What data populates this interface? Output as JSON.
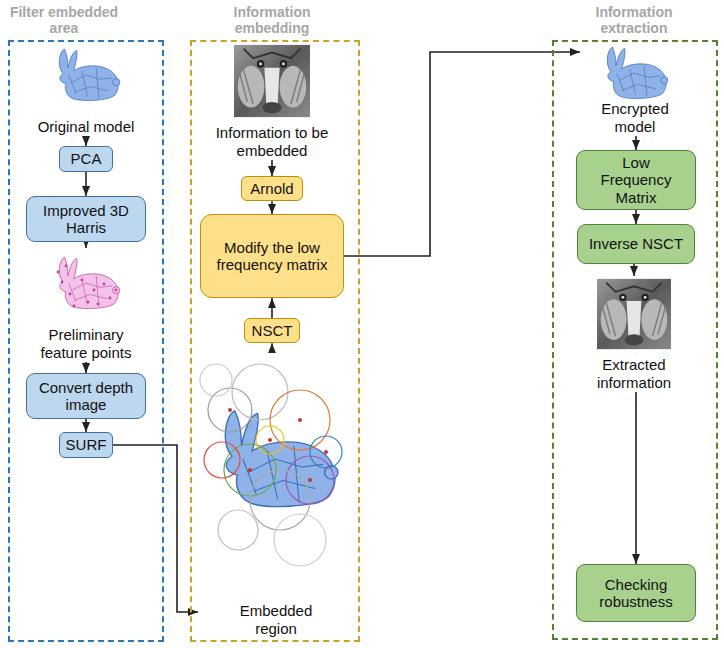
{
  "diagram": {
    "nodes": [
      {
        "text": [
          "Filter embedded area"
        ]
      },
      {
        "text": [
          "Original model"
        ],
        "in": 0
      },
      {
        "text": [
          "PCA"
        ],
        "in": 0
      },
      {
        "text": [
          "Improved 3D Harris"
        ],
        "in": 0
      },
      {
        "text": [
          "Preliminary feature points"
        ],
        "in": 0
      },
      {
        "text": [
          "Convert depth image"
        ],
        "in": 0
      },
      {
        "text": [
          "SURF"
        ],
        "in": 0
      },
      {
        "text": [
          "Information embedding"
        ]
      },
      {
        "text": [
          "Information to be embedded"
        ],
        "in": 7
      },
      {
        "text": [
          "Arnold"
        ],
        "in": 7
      },
      {
        "text": [
          "Modify the low frequency matrix"
        ],
        "in": 7
      },
      {
        "text": [
          "NSCT"
        ],
        "in": 7
      },
      {
        "text": [
          "Embedded region"
        ],
        "in": 7
      },
      {
        "text": [
          "Information extraction"
        ]
      },
      {
        "text": [
          "Encrypted model"
        ],
        "in": 13
      },
      {
        "text": [
          "Low Frequency Matrix"
        ],
        "in": 13
      },
      {
        "text": [
          "Inverse NSCT"
        ],
        "in": 13
      },
      {
        "text": [
          "Extracted information"
        ],
        "in": 13
      },
      {
        "text": [
          "Checking robustness"
        ],
        "in": 13
      }
    ],
    "edges": [
      {
        "from": 1,
        "to": 2,
        "arrow": "to"
      },
      {
        "from": 2,
        "to": 3,
        "arrow": "to"
      },
      {
        "from": 3,
        "to": 4,
        "arrow": "to"
      },
      {
        "from": 4,
        "to": 5,
        "arrow": "to"
      },
      {
        "from": 5,
        "to": 6,
        "arrow": "to"
      },
      {
        "from": 6,
        "to": 12,
        "arrow": "to"
      },
      {
        "from": 8,
        "to": 9,
        "arrow": "to"
      },
      {
        "from": 9,
        "to": 10,
        "arrow": "to"
      },
      {
        "from": 12,
        "to": 11,
        "arrow": "to"
      },
      {
        "from": 11,
        "to": 10,
        "arrow": "to"
      },
      {
        "from": 10,
        "to": 14,
        "arrow": "to"
      },
      {
        "from": 14,
        "to": 15,
        "arrow": "to"
      },
      {
        "from": 15,
        "to": 16,
        "arrow": "to"
      },
      {
        "from": 16,
        "to": 17,
        "arrow": "to"
      },
      {
        "from": 17,
        "to": 18,
        "arrow": "to"
      }
    ]
  }
}
